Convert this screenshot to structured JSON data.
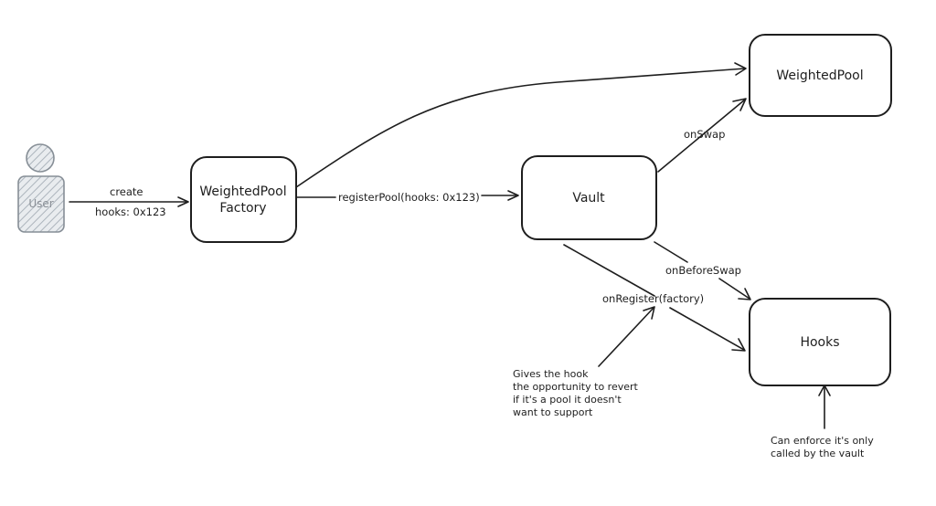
{
  "nodes": {
    "user": "User",
    "factory": [
      "WeightedPool",
      "Factory"
    ],
    "vault": "Vault",
    "weighted_pool": "WeightedPool",
    "hooks": "Hooks"
  },
  "edges": {
    "create": "create",
    "create_sub": "hooks: 0x123",
    "register": "registerPool(hooks: 0x123)",
    "on_swap": "onSwap",
    "on_before_swap": "onBeforeSwap",
    "on_register": "onRegister(factory)"
  },
  "notes": {
    "revert": [
      "Gives the hook",
      "the opportunity to revert",
      "if it's a pool it doesn't",
      "want to support"
    ],
    "enforce": [
      "Can enforce it's only",
      "called by the vault"
    ]
  },
  "colors": {
    "stroke": "#1e1e1e",
    "user_fill": "#ced4da",
    "user_stroke": "#868e96"
  }
}
